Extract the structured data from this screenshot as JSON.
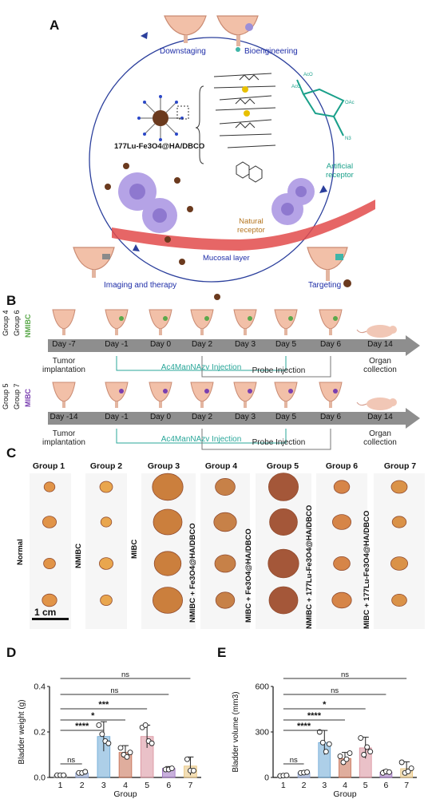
{
  "panel_labels": {
    "A": "A",
    "B": "B",
    "C": "C",
    "D": "D",
    "E": "E"
  },
  "panelA": {
    "steps": {
      "downstaging": "Downstaging",
      "bioengineering": "Bioengineering",
      "imaging": "Imaging and therapy",
      "targeting": "Targeting"
    },
    "probe_name": "177Lu-Fe3O4@HA/DBCO",
    "artificial_receptor": "Artificial\nreceptor",
    "natural_receptor": "Natural\nreceptor",
    "mucosal_layer": "Mucosal layer"
  },
  "panelB": {
    "timeline1": {
      "groups": [
        "Group 4",
        "Group 6"
      ],
      "type": "NMIBC",
      "type_color": "#5aa84a",
      "days": [
        "Day -7",
        "Day -1",
        "Day 0",
        "Day 2",
        "Day 3",
        "Day 5",
        "Day 6",
        "Day 14"
      ]
    },
    "timeline2": {
      "groups": [
        "Group 5",
        "Group 7"
      ],
      "type": "MIBC",
      "type_color": "#7a3fb0",
      "days": [
        "Day -14",
        "Day -1",
        "Day 0",
        "Day 2",
        "Day 3",
        "Day 5",
        "Day 6",
        "Day 14"
      ]
    },
    "tumor_implantation": "Tumor\nimplantation",
    "injection1": "Ac4ManNAzv Injection",
    "injection2": "Probe Injection",
    "organ_collection": "Organ\ncollection"
  },
  "panelC": {
    "groups": [
      "Group 1",
      "Group 2",
      "Group 3",
      "Group 4",
      "Group 5",
      "Group 6",
      "Group 7"
    ],
    "labels": [
      "Normal",
      "NMIBC",
      "MIBC",
      "NMIBC + Fe3O4@HA/DBCO",
      "MIBC + Fe3O4@HA/DBCO",
      "NMIBC + 177Lu-Fe3O4@HA/DBCO",
      "MIBC + 177Lu-Fe3O4@HA/DBCO"
    ],
    "scale_bar": "1 cm"
  },
  "chart_data": [
    {
      "type": "bar",
      "xlabel": "Group",
      "ylabel": "Bladder weight (g)",
      "categories": [
        "1",
        "2",
        "3",
        "4",
        "5",
        "6",
        "7"
      ],
      "values": [
        0.01,
        0.02,
        0.18,
        0.11,
        0.18,
        0.04,
        0.05
      ],
      "errors": [
        0.005,
        0.008,
        0.065,
        0.03,
        0.05,
        0.008,
        0.04
      ],
      "points": [
        [
          0.01,
          0.01,
          0.01
        ],
        [
          0.02,
          0.02,
          0.025
        ],
        [
          0.23,
          0.19,
          0.16,
          0.15
        ],
        [
          0.13,
          0.1,
          0.09,
          0.11
        ],
        [
          0.22,
          0.23,
          0.16,
          0.15
        ],
        [
          0.035,
          0.035,
          0.04
        ],
        [
          0.08,
          0.03,
          0.03
        ]
      ],
      "ylim": [
        0,
        0.4
      ],
      "yticks": [
        "0.0",
        "0.2",
        "0.4"
      ],
      "significance": [
        "ns",
        "****",
        "*",
        "***",
        "ns",
        "ns"
      ],
      "colors": [
        "#9a9a9a",
        "#8aa0d0",
        "#6aa7d6",
        "#c4694c",
        "#d98e9a",
        "#9b6fbf",
        "#e8c27a"
      ]
    },
    {
      "type": "bar",
      "xlabel": "Group",
      "ylabel": "Bladder volume (mm3)",
      "categories": [
        "1",
        "2",
        "3",
        "4",
        "5",
        "6",
        "7"
      ],
      "values": [
        12,
        32,
        230,
        125,
        195,
        35,
        58
      ],
      "errors": [
        5,
        10,
        80,
        40,
        70,
        15,
        45
      ],
      "points": [
        [
          10,
          12,
          14
        ],
        [
          30,
          32,
          35
        ],
        [
          300,
          230,
          170,
          220
        ],
        [
          140,
          100,
          120,
          160
        ],
        [
          260,
          150,
          200,
          170
        ],
        [
          30,
          40,
          35
        ],
        [
          100,
          30,
          40,
          60
        ]
      ],
      "ylim": [
        0,
        600
      ],
      "yticks": [
        "0",
        "300",
        "600"
      ],
      "significance": [
        "ns",
        "****",
        "****",
        "*",
        "ns",
        "ns"
      ],
      "colors": [
        "#9a9a9a",
        "#8aa0d0",
        "#6aa7d6",
        "#c4694c",
        "#d98e9a",
        "#9b6fbf",
        "#e8c27a"
      ]
    }
  ]
}
